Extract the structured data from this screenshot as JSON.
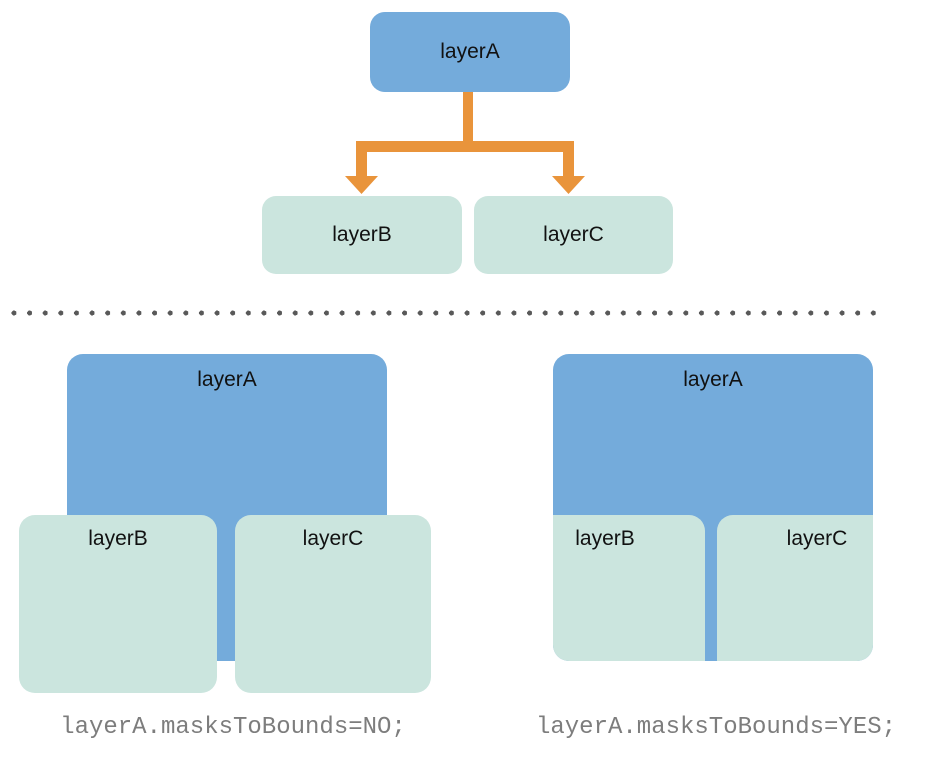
{
  "tree_diagram": {
    "parent": {
      "label": "layerA"
    },
    "children": [
      {
        "label": "layerB"
      },
      {
        "label": "layerC"
      }
    ]
  },
  "masks_no_figure": {
    "layer_a_label": "layerA",
    "layer_b_label": "layerB",
    "layer_c_label": "layerC",
    "caption": "layerA.masksToBounds=NO;"
  },
  "masks_yes_figure": {
    "layer_a_label": "layerA",
    "layer_b_label": "layerB",
    "layer_c_label": "layerC",
    "caption": "layerA.masksToBounds=YES;"
  },
  "colors": {
    "layer_blue": "#74ABDB",
    "layer_mint": "#CBE5DE",
    "arrow_orange": "#E9943B",
    "divider_dot_gray": "#595959",
    "caption_gray": "#7D7D7D",
    "label_text": "#111111",
    "page_bg": "#FFFFFF"
  }
}
